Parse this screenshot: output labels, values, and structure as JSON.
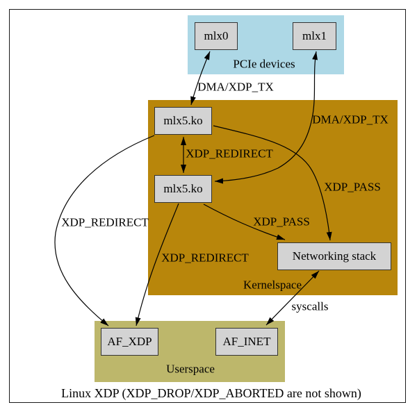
{
  "diagram": {
    "caption": "Linux XDP (XDP_DROP/XDP_ABORTED are not shown)",
    "clusters": {
      "pcie": {
        "label": "PCIe devices",
        "fill": "#add8e6"
      },
      "kernel": {
        "label": "Kernelspace",
        "fill": "#b8860b"
      },
      "user": {
        "label": "Userspace",
        "fill": "#bdb76b"
      }
    },
    "nodes": {
      "mlx0": "mlx0",
      "mlx1": "mlx1",
      "mlx5_top": "mlx5.ko",
      "mlx5_bottom": "mlx5.ko",
      "netstack": "Networking stack",
      "af_xdp": "AF_XDP",
      "af_inet": "AF_INET"
    },
    "edge_labels": {
      "dma_xdp_tx_left": "DMA/XDP_TX",
      "dma_xdp_tx_right": "DMA/XDP_TX",
      "xdp_redirect_mid": "XDP_REDIRECT",
      "xdp_redirect_left": "XDP_REDIRECT",
      "xdp_redirect_inner": "XDP_REDIRECT",
      "xdp_pass_right": "XDP_PASS",
      "xdp_pass_lower": "XDP_PASS",
      "syscalls": "syscalls"
    },
    "colors": {
      "node_fill": "#d3d3d3",
      "node_border": "#333333",
      "edge": "#000000",
      "frame": "#1a1a1a"
    }
  }
}
